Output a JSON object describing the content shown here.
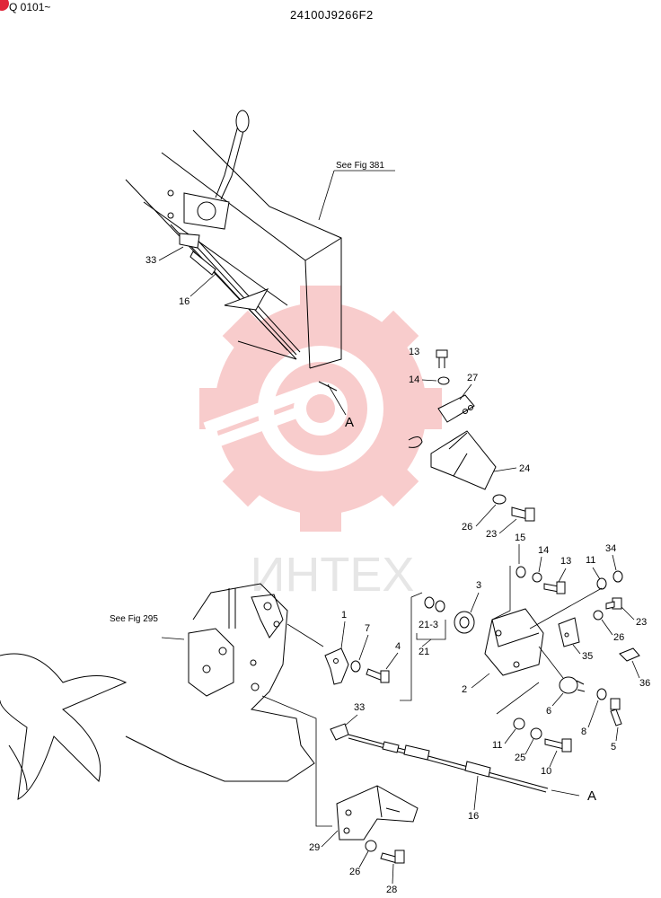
{
  "header": {
    "code": "24100J9266F2",
    "serial": "Q 0101~"
  },
  "refs": {
    "fig381": "See Fig 381",
    "fig295": "See Fig 295"
  },
  "watermark": {
    "text": "ИНТЕХ",
    "color": "#f28b8b"
  },
  "connector": "A",
  "callouts": {
    "c33_top": "33",
    "c16_top": "16",
    "c13_top": "13",
    "c14_top": "14",
    "c27": "27",
    "c24": "24",
    "c26_mid": "26",
    "c23_mid": "23",
    "c15": "15",
    "c14_b": "14",
    "c13_b": "13",
    "c11_a": "11",
    "c34": "34",
    "c3": "3",
    "c21_3": "21-3",
    "c21": "21",
    "c1": "1",
    "c7": "7",
    "c4": "4",
    "c23_b": "23",
    "c26_b": "26",
    "c35": "35",
    "c36": "36",
    "c2": "2",
    "c6": "6",
    "c8": "8",
    "c5": "5",
    "c33_b": "33",
    "c11_b": "11",
    "c25": "25",
    "c10": "10",
    "c16_b": "16",
    "c29": "29",
    "c26_c": "26",
    "c28": "28"
  }
}
